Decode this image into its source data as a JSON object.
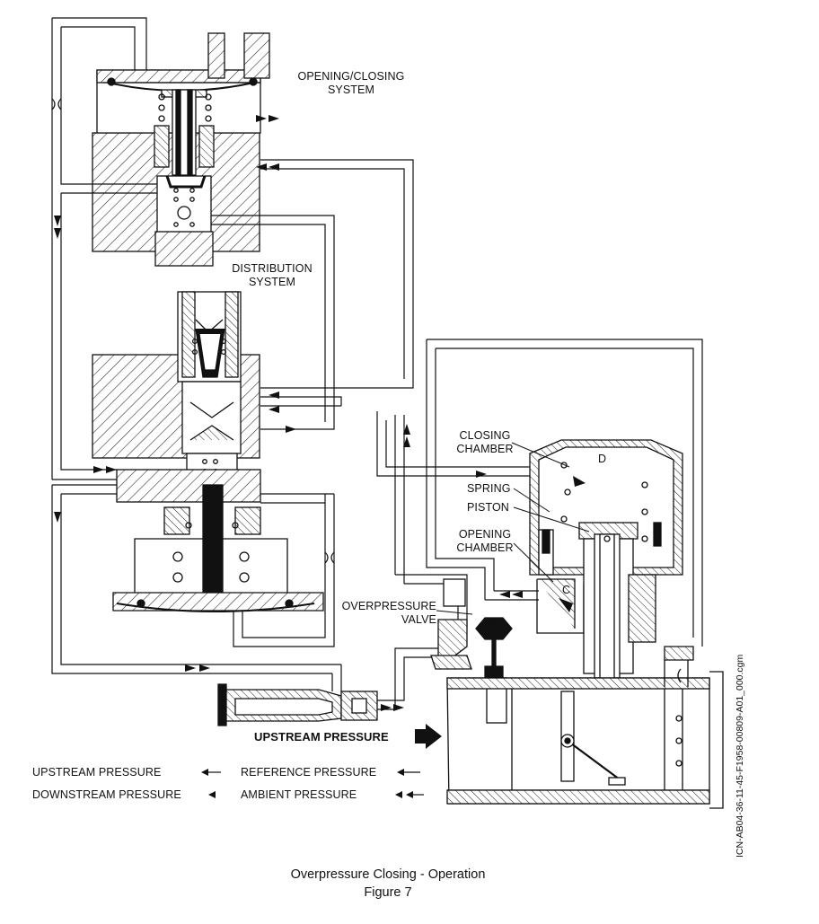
{
  "labels": {
    "opening_closing_system": [
      "OPENING/CLOSING",
      "SYSTEM"
    ],
    "distribution_system": [
      "DISTRIBUTION",
      "SYSTEM"
    ],
    "closing_chamber": [
      "CLOSING",
      "CHAMBER"
    ],
    "spring": "SPRING",
    "piston": "PISTON",
    "opening_chamber": [
      "OPENING",
      "CHAMBER"
    ],
    "overpressure_valve": [
      "OVERPRESSURE",
      "VALVE"
    ],
    "chamber_d": "D",
    "chamber_c": "C",
    "upstream_pressure_inlet": "UPSTREAM PRESSURE"
  },
  "legend": {
    "upstream": "UPSTREAM PRESSURE",
    "downstream": "DOWNSTREAM PRESSURE",
    "reference": "REFERENCE PRESSURE",
    "ambient": "AMBIENT PRESSURE"
  },
  "drawing_id": "ICN-AB04-36-11-45-F1958-00809-A01_000.cgm",
  "caption": {
    "title": "Overpressure Closing - Operation",
    "figure": "Figure 7"
  }
}
